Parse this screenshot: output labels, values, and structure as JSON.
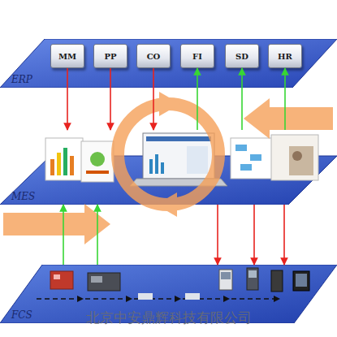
{
  "diagram": {
    "nodes": [
      {
        "text": [
          "ERP"
        ]
      },
      {
        "text": [
          "MM"
        ],
        "in": 0
      },
      {
        "text": [
          "PP"
        ],
        "in": 0
      },
      {
        "text": [
          "CO"
        ],
        "in": 0
      },
      {
        "text": [
          "FI"
        ],
        "in": 0
      },
      {
        "text": [
          "SD"
        ],
        "in": 0
      },
      {
        "text": [
          "HR"
        ],
        "in": 0
      },
      {
        "text": [
          "MES"
        ]
      },
      {
        "text": [
          "FCS"
        ]
      }
    ],
    "edges": [
      {
        "from": 1,
        "to": 7,
        "arrow": "to"
      },
      {
        "from": 2,
        "to": 7,
        "arrow": "to"
      },
      {
        "from": 3,
        "to": 7,
        "arrow": "to"
      },
      {
        "from": 7,
        "to": 4,
        "arrow": "to"
      },
      {
        "from": 7,
        "to": 5,
        "arrow": "to"
      },
      {
        "from": 7,
        "to": 6,
        "arrow": "to"
      },
      {
        "from": 8,
        "to": 7,
        "arrow": "to"
      },
      {
        "from": 8,
        "to": 7,
        "arrow": "to"
      },
      {
        "from": 7,
        "to": 8,
        "arrow": "to"
      },
      {
        "from": 7,
        "to": 8,
        "arrow": "to"
      },
      {
        "from": 7,
        "to": 8,
        "arrow": "to"
      }
    ],
    "labels": [
      "北京中安鼎辉科技有限公司"
    ]
  }
}
